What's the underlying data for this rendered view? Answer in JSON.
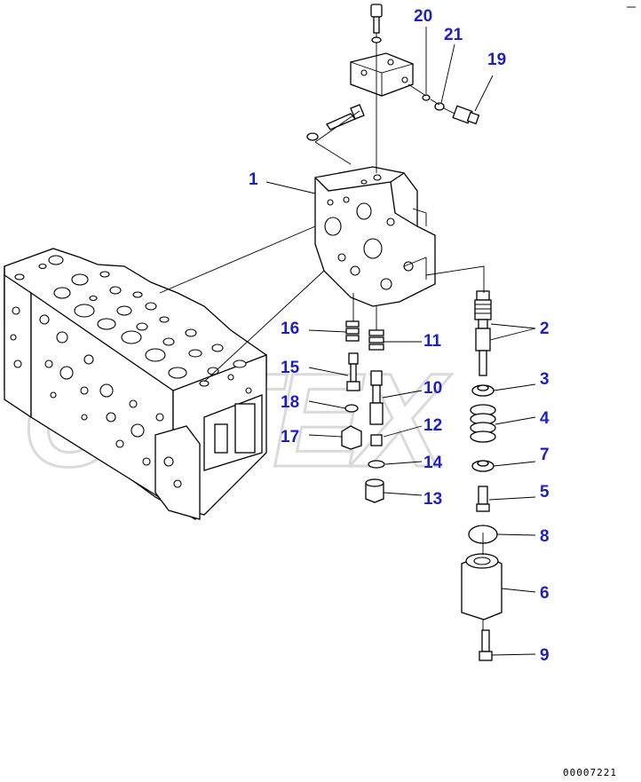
{
  "diagram": {
    "callouts": [
      {
        "id": "c1",
        "text": "1"
      },
      {
        "id": "c2",
        "text": "2"
      },
      {
        "id": "c3",
        "text": "3"
      },
      {
        "id": "c4",
        "text": "4"
      },
      {
        "id": "c5",
        "text": "5"
      },
      {
        "id": "c6",
        "text": "6"
      },
      {
        "id": "c7",
        "text": "7"
      },
      {
        "id": "c8",
        "text": "8"
      },
      {
        "id": "c9",
        "text": "9"
      },
      {
        "id": "c10",
        "text": "10"
      },
      {
        "id": "c11",
        "text": "11"
      },
      {
        "id": "c12",
        "text": "12"
      },
      {
        "id": "c13",
        "text": "13"
      },
      {
        "id": "c14",
        "text": "14"
      },
      {
        "id": "c15",
        "text": "15"
      },
      {
        "id": "c16",
        "text": "16"
      },
      {
        "id": "c17",
        "text": "17"
      },
      {
        "id": "c18",
        "text": "18"
      },
      {
        "id": "c19",
        "text": "19"
      },
      {
        "id": "c20",
        "text": "20"
      },
      {
        "id": "c21",
        "text": "21"
      }
    ],
    "drawing_code": "00007221",
    "watermark": "CSTEX",
    "callout_color": "#1c1fc4"
  }
}
